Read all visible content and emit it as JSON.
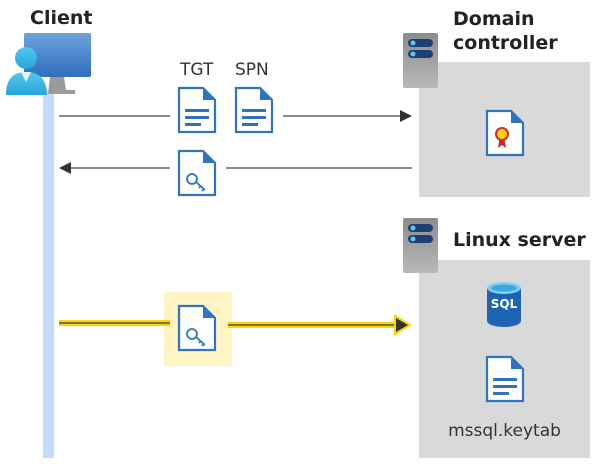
{
  "client": {
    "title": "Client"
  },
  "messages": {
    "tgt_label": "TGT",
    "spn_label": "SPN"
  },
  "domain_controller": {
    "title_line1": "Domain",
    "title_line2": "controller"
  },
  "linux_server": {
    "title": "Linux server",
    "sql_label": "SQL",
    "keytab_label": "mssql.keytab"
  },
  "colors": {
    "lifeline": "#c3dcf9",
    "box": "#d9d9d9",
    "highlight": "#fff4c4",
    "arrow_highlight": "#ffd700",
    "doc_blue": "#2f74c0"
  }
}
